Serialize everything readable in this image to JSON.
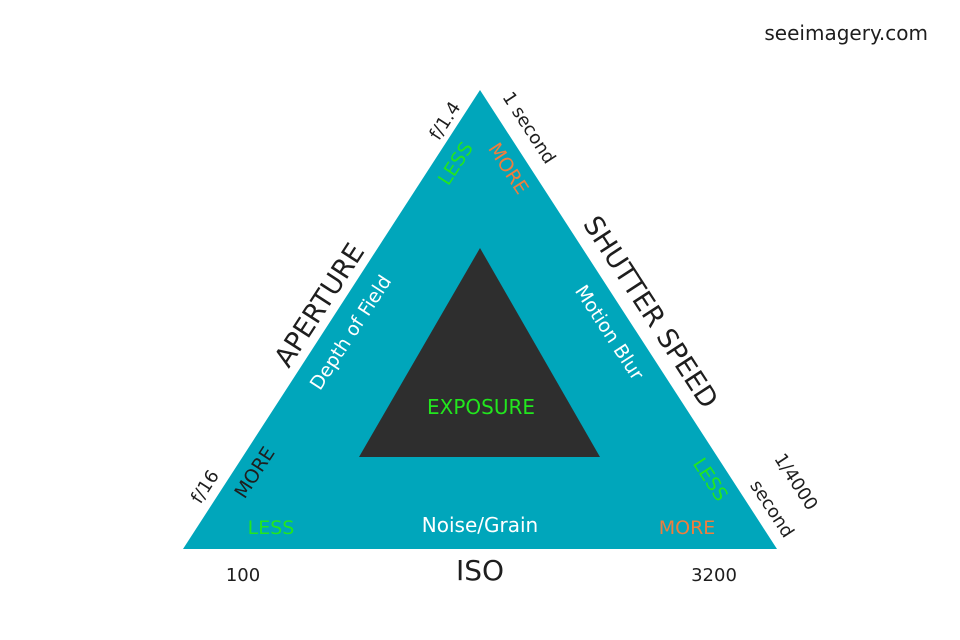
{
  "site": "seeimagery.com",
  "center_label": "EXPOSURE",
  "aperture": {
    "title": "APERTURE",
    "effect": "Depth of Field",
    "wide_value": "f/1.4",
    "narrow_value": "f/16",
    "wide_end_label": "LESS",
    "narrow_end_label": "MORE"
  },
  "shutter": {
    "title": "SHUTTER SPEED",
    "effect": "Motion Blur",
    "slow_value": "1 second",
    "fast_value_line1": "1/4000",
    "fast_value_line2": "second",
    "slow_end_label": "MORE",
    "fast_end_label": "LESS"
  },
  "iso": {
    "title": "ISO",
    "effect": "Noise/Grain",
    "low_value": "100",
    "high_value": "3200",
    "low_end_label": "LESS",
    "high_end_label": "MORE"
  },
  "colors": {
    "outer_triangle": "#00a6bb",
    "inner_triangle": "#2e2e2e",
    "less": "#22e61e",
    "more": "#f07d3c"
  }
}
